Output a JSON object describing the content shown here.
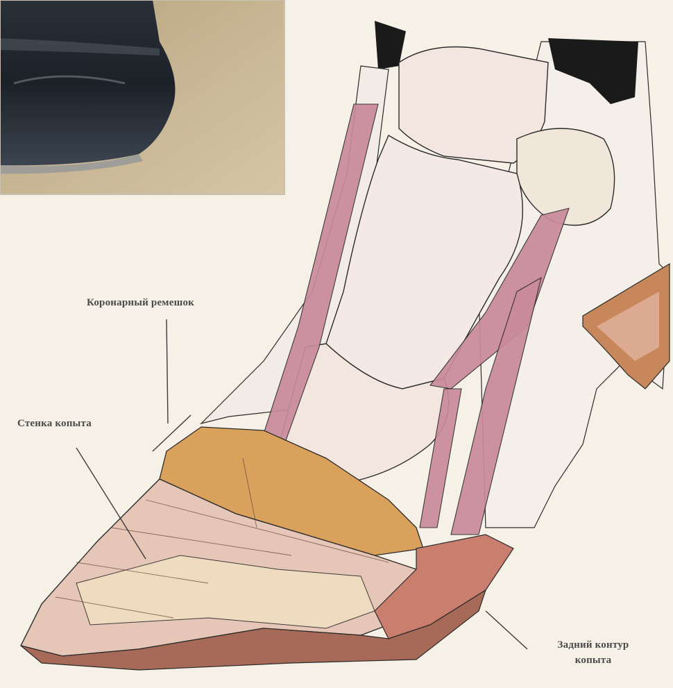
{
  "labels": {
    "coronary_band": "Коронарный ремешок",
    "hoof_wall": "Стенка копыта",
    "rear_contour_line1": "Задний контур",
    "rear_contour_line2": "копыта"
  },
  "colors": {
    "paper": "#f6f1e6",
    "bone": "#f3e7e2",
    "tendon": "#c98a9c",
    "hoof_horn": "#d9a15c",
    "hoof_wall": "#e5c6b7",
    "hair": "#1a1a1a",
    "photo_ground": "#c9b797",
    "photo_hoof": "#1d2128"
  },
  "icons": {
    "photo": "horse-hoof-photo",
    "illustration": "hoof-anatomy-illustration"
  }
}
